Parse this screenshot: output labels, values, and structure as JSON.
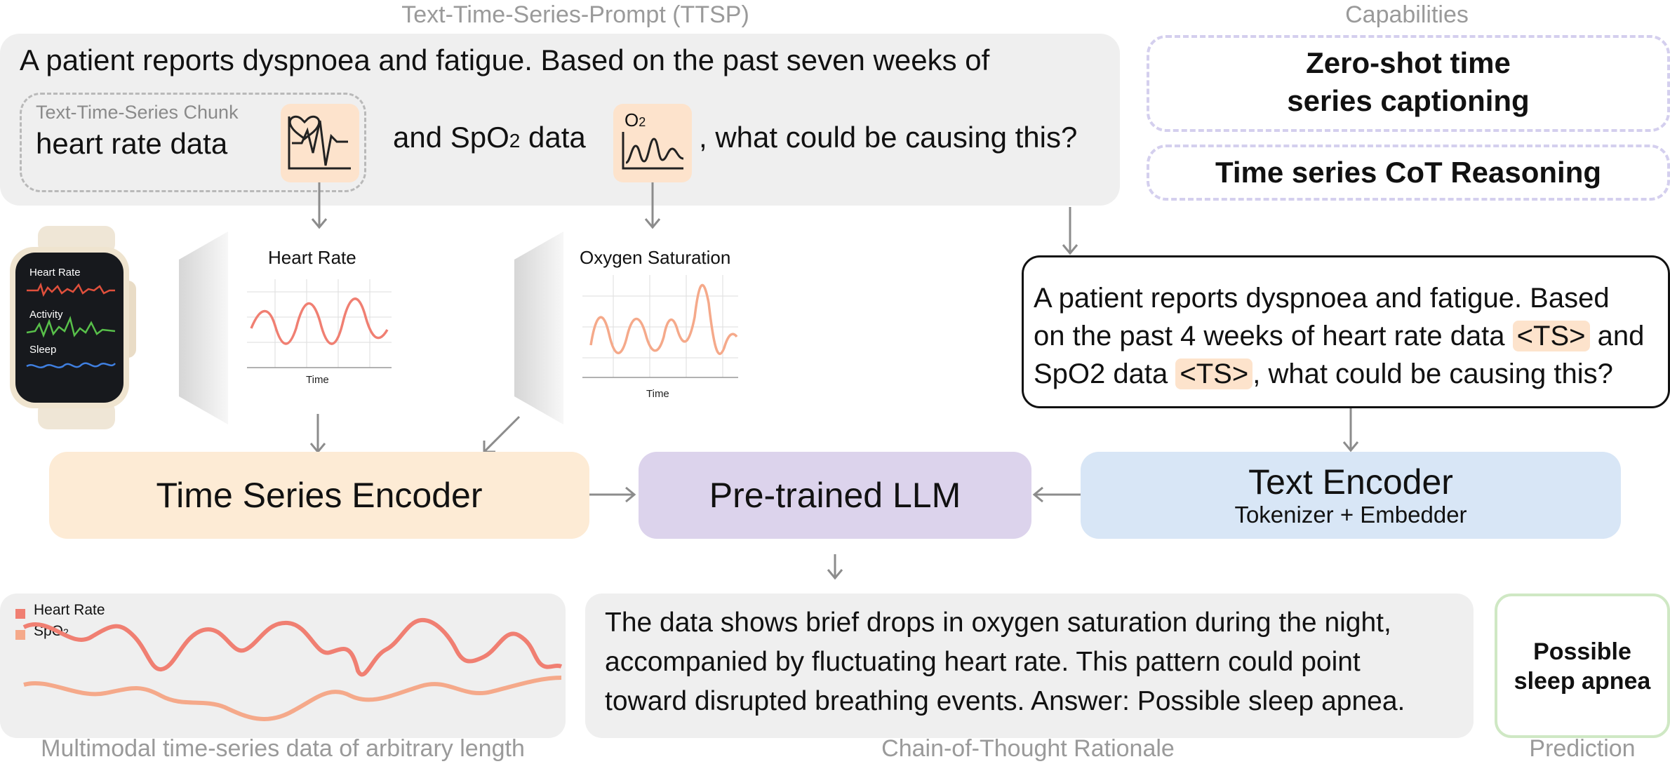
{
  "captions": {
    "ttsp": "Text-Time-Series-Prompt (TTSP)",
    "capabilities": "Capabilities",
    "multimodal": "Multimodal time-series data of arbitrary length",
    "cot": "Chain-of-Thought Rationale",
    "prediction": "Prediction"
  },
  "prompt": {
    "line1": "A patient reports dyspnoea and fatigue. Based on the past seven weeks of",
    "chunk_label": "Text-Time-Series Chunk",
    "hr_text": "heart rate data",
    "and_spo2": "and SpO",
    "sub2": "2",
    "data_word": " data",
    "question": ", what could be causing this?",
    "o2_label": "O",
    "o2_sub": "2"
  },
  "capabilities": {
    "item1_line1": "Zero-shot time",
    "item1_line2": "series captioning",
    "item2": "Time series CoT Reasoning"
  },
  "watch": {
    "rows": [
      "Heart Rate",
      "Activity",
      "Sleep"
    ],
    "colors": [
      "#e0503c",
      "#58c04a",
      "#3f7fe0"
    ]
  },
  "chart_hr": {
    "title": "Heart Rate",
    "xlabel": "Time"
  },
  "chart_o2": {
    "title": "Oxygen Saturation",
    "xlabel": "Time"
  },
  "tokenized_prompt": {
    "part1": "A patient reports dyspnoea and fatigue. Based",
    "part2a": "on the past 4 weeks of heart rate data ",
    "ts1": "<TS>",
    "part2b": " and",
    "part3a": "SpO2 data ",
    "ts2": "<TS>",
    "part3b": ",  what could be causing this?"
  },
  "modules": {
    "ts_encoder": "Time Series Encoder",
    "llm": "Pre-trained LLM",
    "text_encoder": "Text Encoder",
    "text_encoder_sub": "Tokenizer + Embedder"
  },
  "legend": {
    "hr": "Heart Rate",
    "spo2": "SpO",
    "spo2_sub": "2"
  },
  "rationale": {
    "line1": "The data shows brief drops in oxygen saturation during the night,",
    "line2": "accompanied by fluctuating heart rate. This pattern could point",
    "line3": "toward disrupted breathing events. Answer: Possible sleep apnea."
  },
  "prediction": {
    "line1": "Possible",
    "line2": "sleep apnea"
  },
  "colors": {
    "ts_encoder": "#fdebd5",
    "llm": "#dcd3ec",
    "text_encoder": "#d8e6f6",
    "hr_line": "#f07f72",
    "spo2_line": "#f5a98a",
    "prediction_border": "#cfe8c4"
  }
}
